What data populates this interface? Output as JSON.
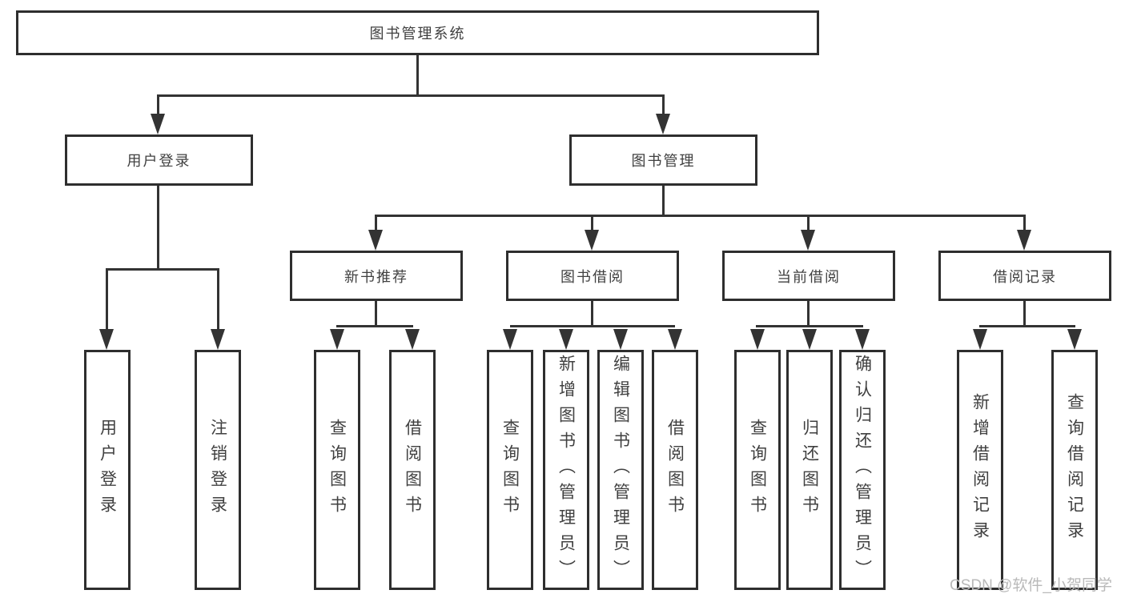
{
  "root": {
    "label": "图书管理系统"
  },
  "branches": {
    "user_login": {
      "label": "用户登录",
      "children": [
        "用户登录",
        "注销登录"
      ]
    },
    "book_management": {
      "label": "图书管理",
      "sections": [
        {
          "label": "新书推荐",
          "children": [
            "查询图书",
            "借阅图书"
          ]
        },
        {
          "label": "图书借阅",
          "children": [
            "查询图书",
            "新增图书（管理员）",
            "编辑图书（管理员）",
            "借阅图书"
          ]
        },
        {
          "label": "当前借阅",
          "children": [
            "查询图书",
            "归还图书",
            "确认归还（管理员）"
          ]
        },
        {
          "label": "借阅记录",
          "children": [
            "新增借阅记录",
            "查询借阅记录"
          ]
        }
      ]
    }
  },
  "watermark": {
    "text": "CSDN @软件_小贺同学"
  },
  "colors": {
    "line": "#333333",
    "border": "#2e2e2e",
    "text": "#404040",
    "watermark": "#b9b9b9",
    "background": "#ffffff"
  }
}
